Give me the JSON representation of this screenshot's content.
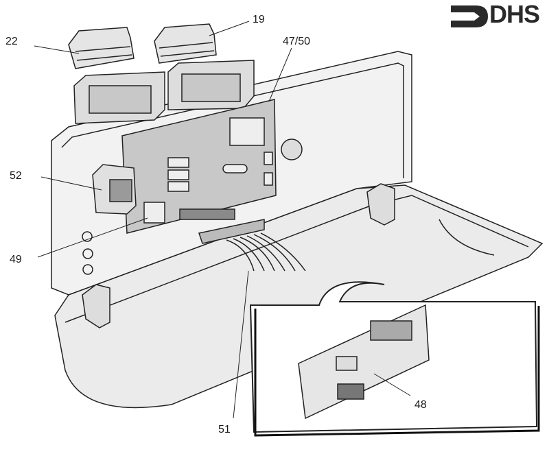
{
  "logo": {
    "text": "DHS"
  },
  "callouts": [
    {
      "id": "22",
      "label": "22"
    },
    {
      "id": "19",
      "label": "19"
    },
    {
      "id": "47-50",
      "label": "47/50"
    },
    {
      "id": "52",
      "label": "52"
    },
    {
      "id": "49",
      "label": "49"
    },
    {
      "id": "51",
      "label": "51"
    },
    {
      "id": "48",
      "label": "48"
    }
  ],
  "colors": {
    "line": "#222222",
    "fill_light": "#ececec",
    "fill_board": "#c8c8c8",
    "fill_dark": "#8a8a8a"
  }
}
